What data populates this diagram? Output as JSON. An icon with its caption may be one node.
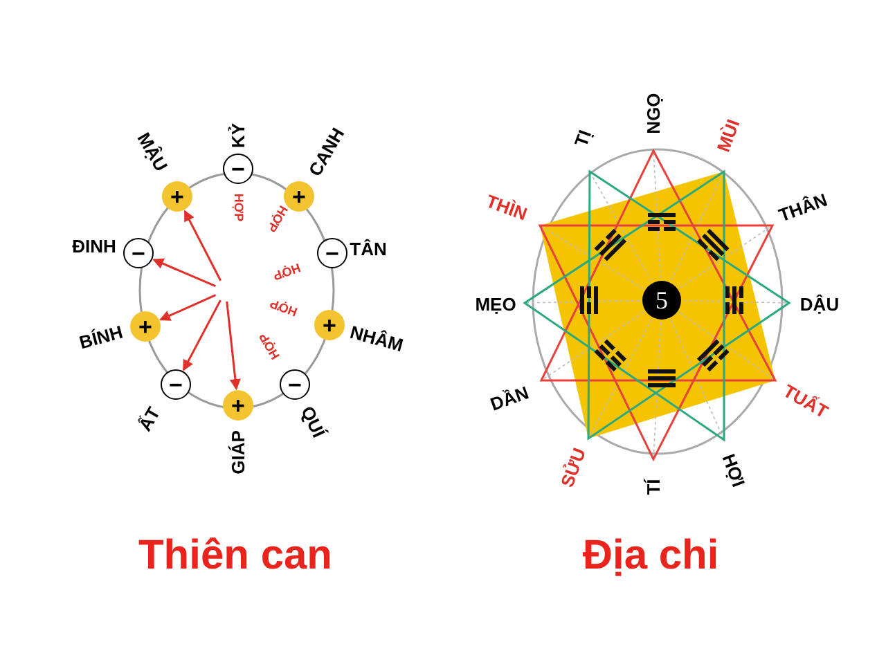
{
  "diagram": {
    "nodes": [
      {
        "text": [
          "+"
        ],
        "beside": [
          "MẬU"
        ]
      },
      {
        "text": [
          "−"
        ],
        "beside": [
          "KỶ"
        ]
      },
      {
        "text": [
          "+"
        ],
        "beside": [
          "CANH"
        ]
      },
      {
        "text": [
          "−"
        ],
        "beside": [
          "ĐINH"
        ]
      },
      {
        "text": [
          "−"
        ],
        "beside": [
          "TÂN"
        ]
      },
      {
        "text": [
          "+"
        ],
        "beside": [
          "BÍNH"
        ]
      },
      {
        "text": [
          "+"
        ],
        "beside": [
          "NHÂM"
        ]
      },
      {
        "text": [
          "−"
        ],
        "beside": [
          "ẤT"
        ]
      },
      {
        "text": [
          "−"
        ],
        "beside": [
          "QUÍ"
        ]
      },
      {
        "text": [
          "+"
        ],
        "beside": [
          "GIÁP"
        ]
      },
      {
        "text": [
          "5"
        ]
      }
    ],
    "edges": [
      {
        "from": null,
        "to": 0,
        "arrow": "to"
      },
      {
        "from": null,
        "to": 3,
        "arrow": "to"
      },
      {
        "from": null,
        "to": 5,
        "arrow": "to"
      },
      {
        "from": null,
        "to": 7,
        "arrow": "to"
      },
      {
        "from": null,
        "to": 9,
        "arrow": "to"
      }
    ],
    "labels": [
      "HỢP",
      "HỢP",
      "HỢP",
      "HỢP",
      "HỢP",
      "NGỌ",
      "TỊ",
      "MÙI",
      "THÌN",
      "THÂN",
      "MẸO",
      "DẬU",
      "DẦN",
      "TUẤT",
      "SỬU",
      "HỢI",
      "TÍ",
      "Thiên can",
      "Địa chi"
    ]
  }
}
